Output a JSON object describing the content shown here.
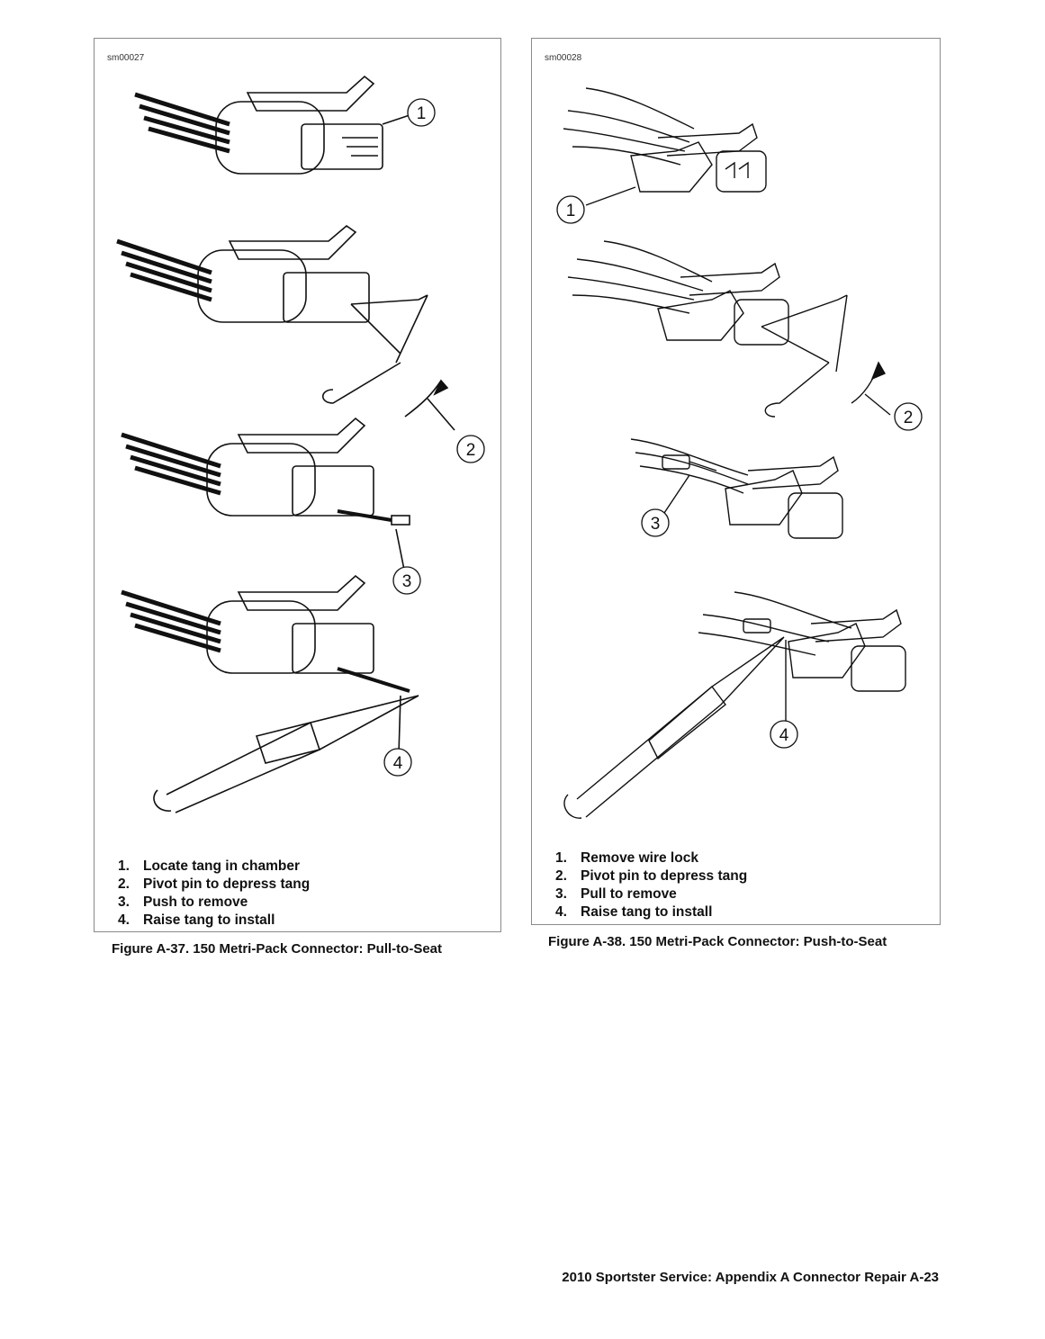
{
  "figures": [
    {
      "id": "sm00027",
      "callouts": [
        "1",
        "2",
        "3",
        "4"
      ],
      "legend": [
        {
          "num": "1.",
          "text": "Locate tang in chamber"
        },
        {
          "num": "2.",
          "text": "Pivot pin to depress tang"
        },
        {
          "num": "3.",
          "text": "Push to remove"
        },
        {
          "num": "4.",
          "text": "Raise tang to install"
        }
      ],
      "caption": "Figure A-37. 150 Metri-Pack Connector: Pull-to-Seat"
    },
    {
      "id": "sm00028",
      "callouts": [
        "1",
        "2",
        "3",
        "4"
      ],
      "legend": [
        {
          "num": "1.",
          "text": "Remove wire lock"
        },
        {
          "num": "2.",
          "text": "Pivot pin to depress tang"
        },
        {
          "num": "3.",
          "text": "Pull to remove"
        },
        {
          "num": "4.",
          "text": "Raise tang to install"
        }
      ],
      "caption": "Figure A-38. 150 Metri-Pack Connector: Push-to-Seat"
    }
  ],
  "footer": "2010 Sportster Service: Appendix A Connector Repair  A-23"
}
